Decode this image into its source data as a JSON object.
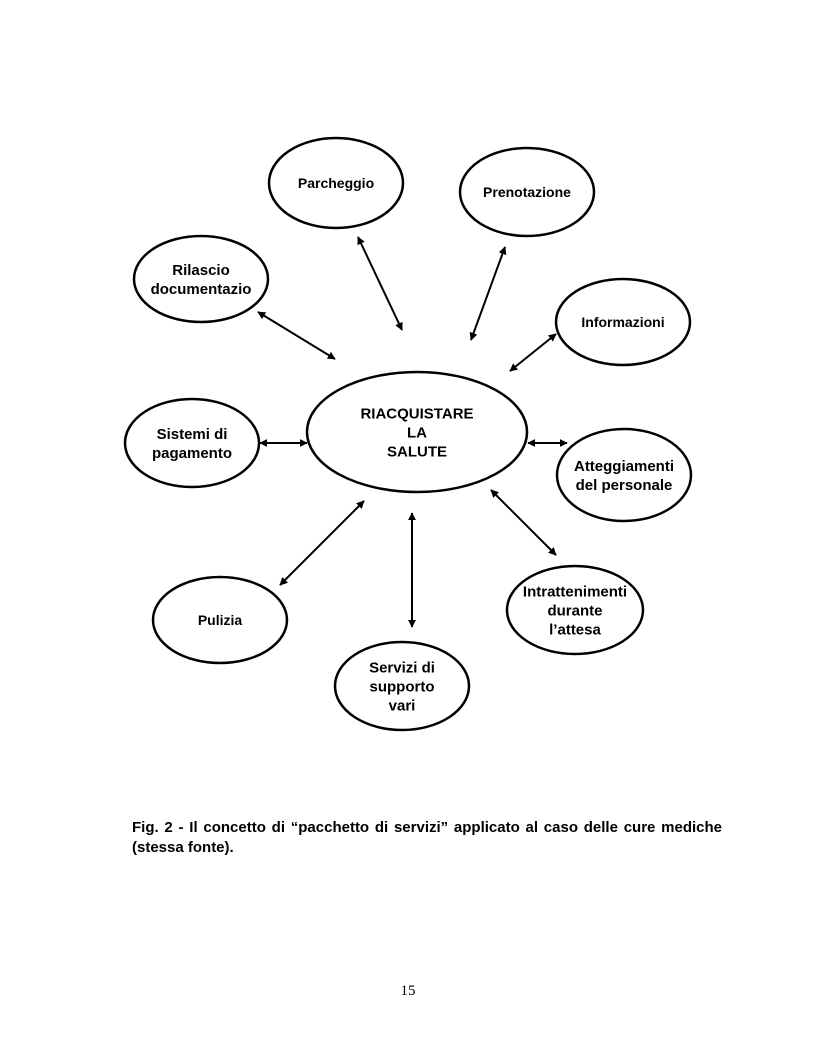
{
  "diagram": {
    "center": {
      "lines": [
        "RIACQUISTARE",
        "LA",
        "SALUTE"
      ]
    },
    "nodes": [
      {
        "id": "parcheggio",
        "lines": [
          "Parcheggio"
        ]
      },
      {
        "id": "prenotazione",
        "lines": [
          "Prenotazione"
        ]
      },
      {
        "id": "rilascio",
        "lines": [
          "Rilascio",
          "documentazio"
        ]
      },
      {
        "id": "informazioni",
        "lines": [
          "Informazioni"
        ]
      },
      {
        "id": "sistemi",
        "lines": [
          "Sistemi di",
          "pagamento"
        ]
      },
      {
        "id": "atteggiamenti",
        "lines": [
          "Atteggiamenti",
          "del personale"
        ]
      },
      {
        "id": "pulizia",
        "lines": [
          "Pulizia"
        ]
      },
      {
        "id": "intrattenimenti",
        "lines": [
          "Intrattenimenti",
          "durante",
          "l’attesa"
        ]
      },
      {
        "id": "servizi",
        "lines": [
          "Servizi di",
          "supporto",
          "vari"
        ]
      }
    ]
  },
  "caption": "Fig. 2 - Il concetto di “pacchetto di servizi” applicato al caso delle cure mediche (stessa fonte).",
  "page_number": "15"
}
